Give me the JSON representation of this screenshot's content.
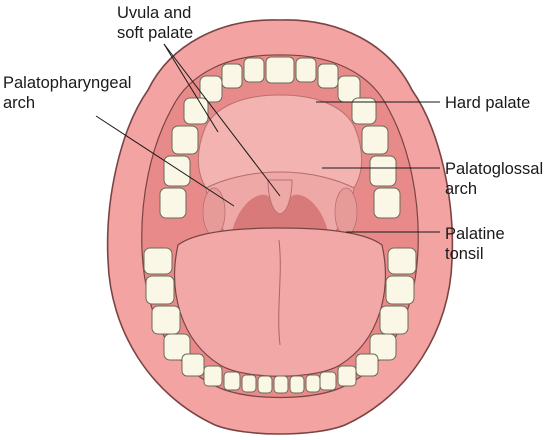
{
  "colors": {
    "lip": "#f3a3a2",
    "lip_outline": "#7a4444",
    "cavity": "#e98a8a",
    "palate": "#f2b3b1",
    "soft_palate": "#eea8a6",
    "tongue": "#f2a8a6",
    "teeth": "#fbf7e6",
    "tooth_outline": "#6b6a55",
    "leader": "#1a1a1a"
  },
  "labels": {
    "uvula_soft_palate": "Uvula and\nsoft palate",
    "palatopharyngeal_arch": "Palatopharyngeal\narch",
    "hard_palate": "Hard palate",
    "palatoglossal_arch": "Palatoglossal\narch",
    "palatine_tonsil": "Palatine\ntonsil"
  }
}
